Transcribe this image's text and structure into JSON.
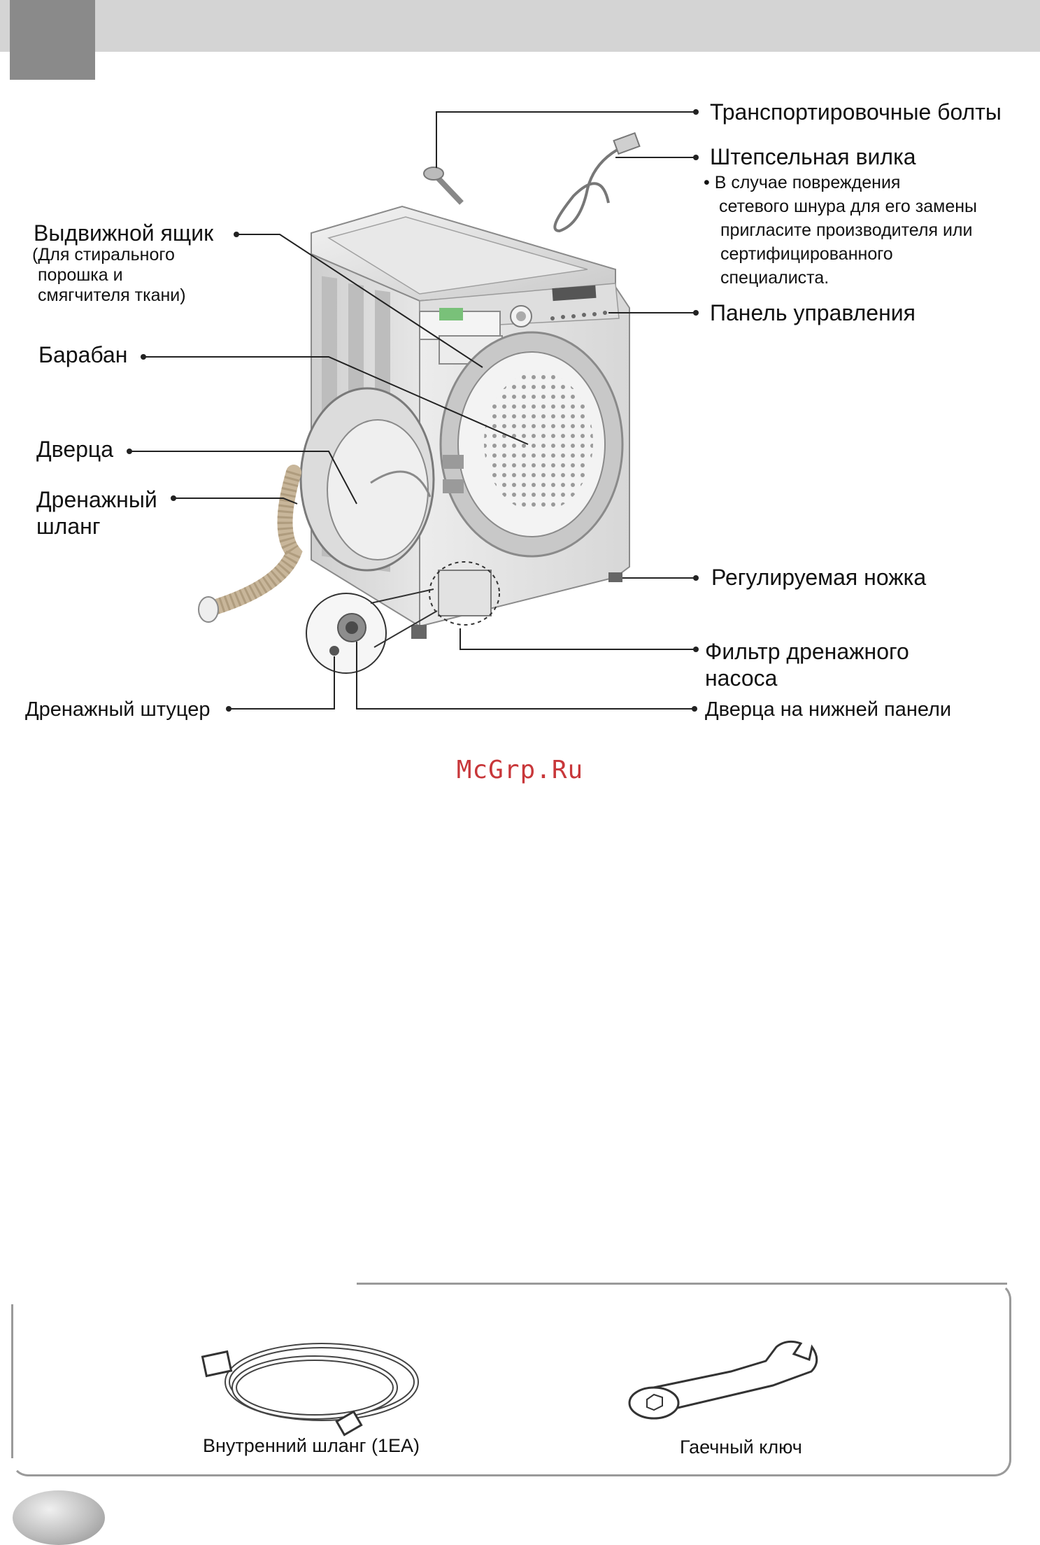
{
  "labels": {
    "transport_bolts": "Транспортировочные болты",
    "plug": "Штепсельная вилка",
    "plug_note": [
      "В случае повреждения",
      "сетевого шнура для его замены",
      "пригласите производителя или",
      "сертифицированного",
      "специалиста."
    ],
    "drawer": "Выдвижной ящик",
    "drawer_note": [
      "(Для стирального",
      "порошка и",
      "смягчителя ткани)"
    ],
    "control_panel": "Панель управления",
    "drum": "Барабан",
    "door": "Дверца",
    "drain_hose_1": "Дренажный",
    "drain_hose_2": "шланг",
    "adjustable_foot": "Регулируемая ножка",
    "pump_filter_1": "Фильтр дренажного",
    "pump_filter_2": "насоса",
    "drain_nozzle": "Дренажный штуцер",
    "lower_panel_door": "Дверца на нижней панели"
  },
  "watermark": "McGrp.Ru",
  "accessories": {
    "inlet_hose": "Внутренний шланг (1EA)",
    "wrench": "Гаечный ключ"
  },
  "colors": {
    "header_bar": "#d4d4d4",
    "header_block": "#8a8a8a",
    "watermark": "#c8373a"
  }
}
